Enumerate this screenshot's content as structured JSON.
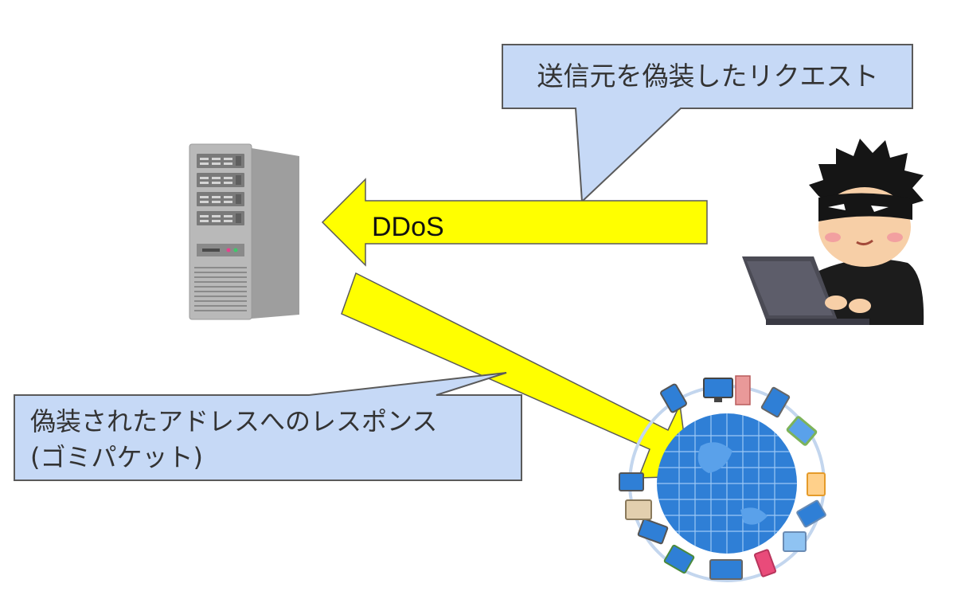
{
  "callout_top": {
    "text": "送信元を偽装したリクエスト"
  },
  "arrow_attack": {
    "label": "DDoS"
  },
  "callout_bottom": {
    "line1": "偽装されたアドレスへのレスポンス",
    "line2": "(ゴミパケット)"
  },
  "colors": {
    "arrow_fill": "#ffff00",
    "arrow_stroke": "#5a5a5a",
    "callout_fill": "#c6d9f6",
    "callout_stroke": "#5a5a5a",
    "globe": "#2f7fd6",
    "server": "#b9b9b9"
  },
  "icons": {
    "server": "server-tower-icon",
    "hacker": "masked-hacker-icon",
    "network": "globe-network-icon"
  }
}
